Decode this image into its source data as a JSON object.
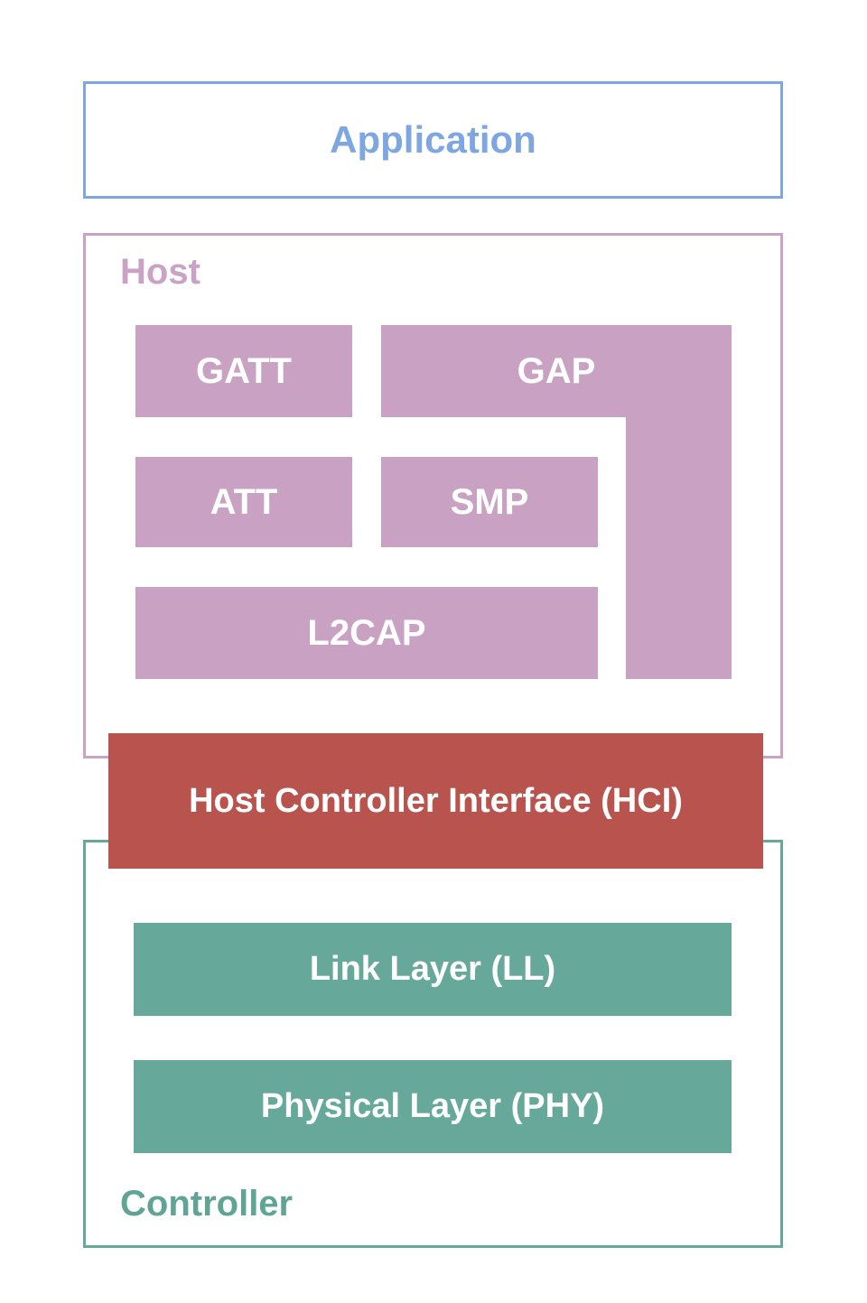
{
  "application": {
    "label": "Application"
  },
  "host": {
    "label": "Host",
    "blocks": {
      "gatt": "GATT",
      "gap": "GAP",
      "att": "ATT",
      "smp": "SMP",
      "l2cap": "L2CAP"
    }
  },
  "hci": {
    "label": "Host Controller Interface (HCI)"
  },
  "controller": {
    "label": "Controller",
    "blocks": {
      "link_layer": "Link Layer (LL)",
      "physical_layer": "Physical Layer (PHY)"
    }
  },
  "colors": {
    "application_blue": "#7EA6E0",
    "host_mauve_border": "#C9A2C6",
    "host_mauve_fill": "#C9A1C2",
    "hci_red": "#B9534E",
    "controller_teal": "#66A99B",
    "block_text": "#FFFFFF",
    "background": "#FFFFFF"
  }
}
